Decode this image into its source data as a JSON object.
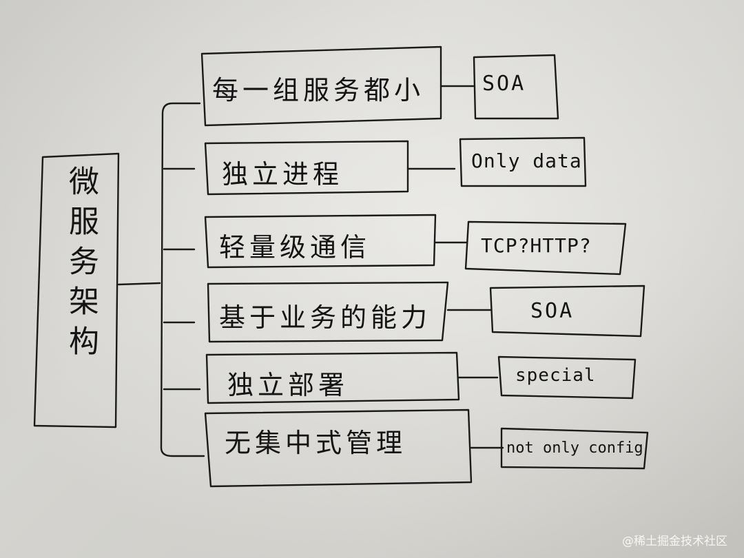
{
  "root": {
    "label": "微服务架构"
  },
  "branches": [
    {
      "label": "每一组服务都小",
      "leaf": "SOA"
    },
    {
      "label": "独立进程",
      "leaf": "Only data"
    },
    {
      "label": "轻量级通信",
      "leaf": "TCP?HTTP?"
    },
    {
      "label": "基于业务的能力",
      "leaf": "SOA"
    },
    {
      "label": "独立部署",
      "leaf": "special"
    },
    {
      "label": "无集中式管理",
      "leaf": "not only config"
    }
  ],
  "watermark": "@稀土掘金技术社区",
  "colors": {
    "ink": "#141414",
    "paper": "#dedcd8"
  }
}
